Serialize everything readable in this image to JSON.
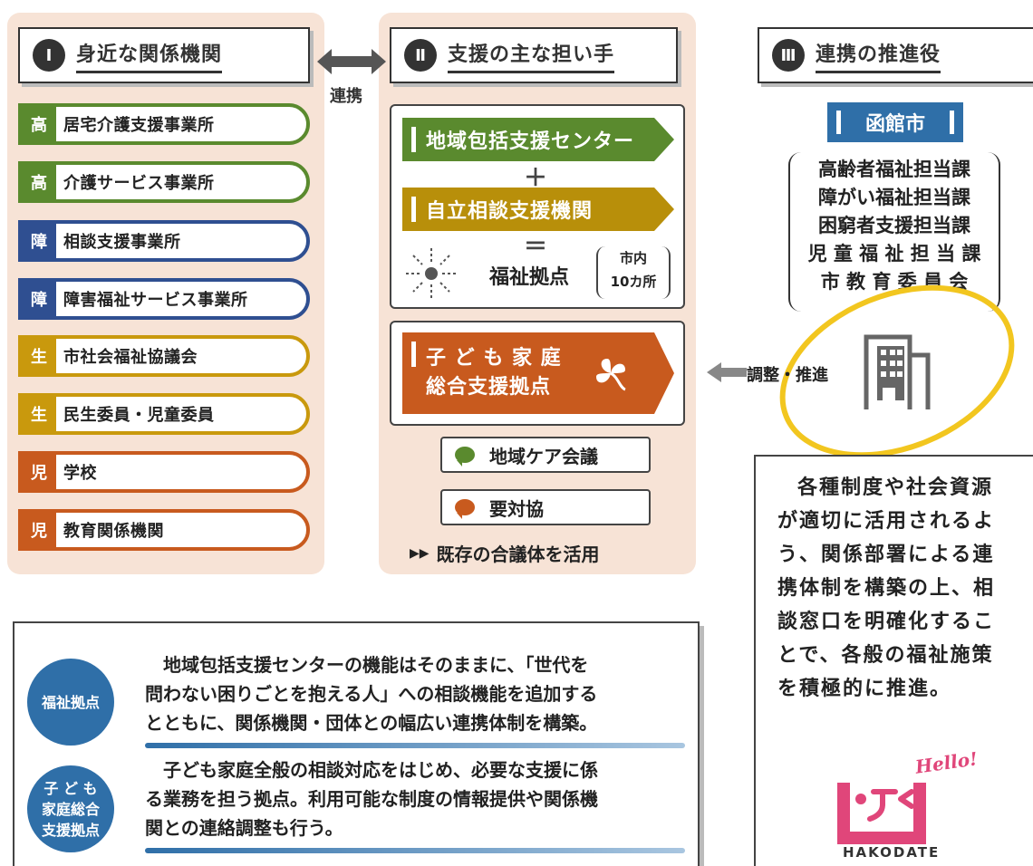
{
  "section1": {
    "num": "Ⅰ",
    "title": "身近な関係機関"
  },
  "section2": {
    "num": "Ⅱ",
    "title": "支援の主な担い手"
  },
  "section3": {
    "num": "Ⅲ",
    "title": "連携の推進役"
  },
  "link_label": "連携",
  "agencies": [
    {
      "tag": "高",
      "label": "居宅介護支援事業所",
      "color": "#5a8a2e"
    },
    {
      "tag": "高",
      "label": "介護サービス事業所",
      "color": "#5a8a2e"
    },
    {
      "tag": "障",
      "label": "相談支援事業所",
      "color": "#2f4f91"
    },
    {
      "tag": "障",
      "label": "障害福祉サービス事業所",
      "color": "#2f4f91"
    },
    {
      "tag": "生",
      "label": "市社会福祉協議会",
      "color": "#c9990d"
    },
    {
      "tag": "生",
      "label": "民生委員・児童委員",
      "color": "#c9990d"
    },
    {
      "tag": "児",
      "label": "学校",
      "color": "#c85a1e"
    },
    {
      "tag": "児",
      "label": "教育関係機関",
      "color": "#c85a1e"
    }
  ],
  "middle": {
    "center1": "地域包括支援センター",
    "plus": "＋",
    "center2": "自立相談支援機関",
    "equals": "＝",
    "hub": "福祉拠点",
    "hub_count_line1": "市内",
    "hub_count_line2": "10カ所",
    "child_hub_line1": "子 ど も 家 庭",
    "child_hub_line2": "総合支援拠点",
    "meeting1": "地域ケア会議",
    "meeting2": "要対協",
    "note": "既存の合議体を活用"
  },
  "city": {
    "name": "函館市",
    "depts": [
      "高齢者福祉担当課",
      "障がい福祉担当課",
      "困窮者支援担当課",
      "児 童 福 祉 担 当 課",
      "市 教 育 委 員 会"
    ],
    "action": "調整・推進"
  },
  "explain": {
    "circle1": "福祉拠点",
    "text1_line1": "地域包括支援センターの機能はそのままに、「世代を",
    "text1_line2": "問わない困りごとを抱える人」への相談機能を追加する",
    "text1_line3": "とともに、関係機関・団体との幅広い連携体制を構築。",
    "circle2_line1": "子 ど も",
    "circle2_line2": "家庭総合",
    "circle2_line3": "支援拠点",
    "text2_line1": "子ども家庭全般の相談対応をはじめ、必要な支援に係",
    "text2_line2": "る業務を担う拠点。利用可能な制度の情報提供や関係機",
    "text2_line3": "関との連絡調整も行う。"
  },
  "right_text": [
    "各種制度や社会資源",
    "が適切に活用されるよ",
    "う、関係部署による連",
    "携体制を構築の上、相",
    "談窓口を明確化するこ",
    "とで、各般の福祉施策",
    "を積極的に推進。"
  ],
  "logo": {
    "hello": "Hello!",
    "name": "HAKODATE"
  },
  "colors": {
    "green": "#5a8a2e",
    "gold": "#c9990d",
    "orange": "#c85a1e",
    "blue": "#2f6fa8",
    "navy": "#2f4f91",
    "city_blue": "#2f6fa8"
  }
}
